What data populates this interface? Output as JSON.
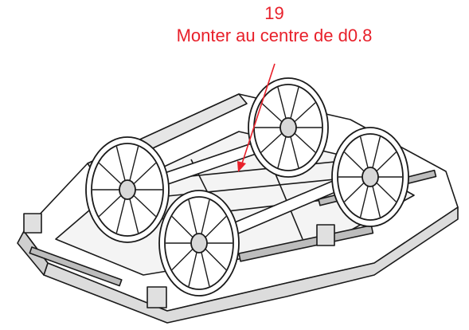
{
  "annotation": {
    "step_number": "19",
    "instruction": "Monter au centre de d0.8",
    "color": "#e8202a"
  },
  "drawing": {
    "subject": "bogie-chassis-with-four-spoked-wheels",
    "line_color": "#1a1a1a",
    "fill_color": "#ffffff",
    "shade_color": "#cfcfcf"
  }
}
